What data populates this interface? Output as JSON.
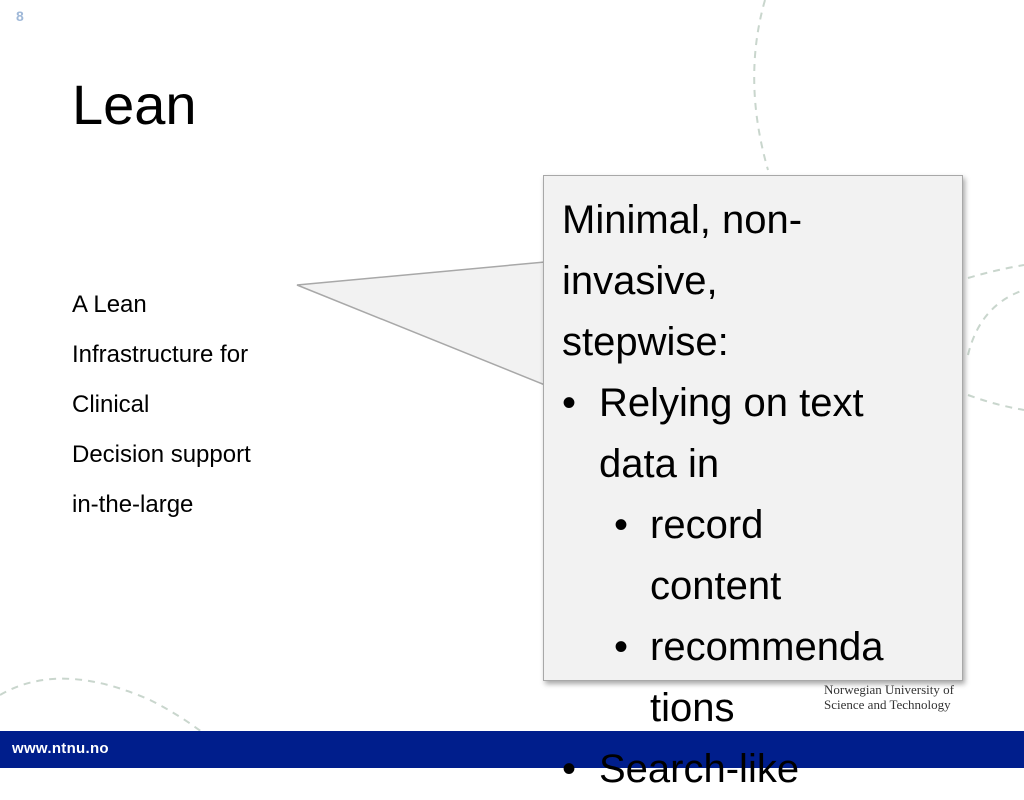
{
  "slide": {
    "number": "8",
    "title": "Lean",
    "left_lines": [
      "A Lean",
      "Infrastructure for",
      "Clinical",
      "Decision support",
      "in-the-large"
    ]
  },
  "callout": {
    "intro_lines": [
      "Minimal, non-",
      "invasive,",
      "stepwise:"
    ],
    "bullet1": {
      "marker": "•",
      "lines": [
        "Relying on text",
        "data in"
      ]
    },
    "sub_bullets": [
      {
        "marker": "•",
        "lines": [
          "record",
          "content"
        ]
      },
      {
        "marker": "•",
        "lines": [
          "recommenda",
          "tions"
        ]
      }
    ],
    "bullet2": {
      "marker": "•",
      "text": "Search-like"
    }
  },
  "footer": {
    "url": "www.ntnu.no",
    "university_lines": [
      "Norwegian University of",
      "Science and Technology"
    ]
  },
  "colors": {
    "footer_bar": "#001e8c",
    "callout_fill": "#f2f2f2",
    "decor_dashes": "#c9d6cd"
  }
}
